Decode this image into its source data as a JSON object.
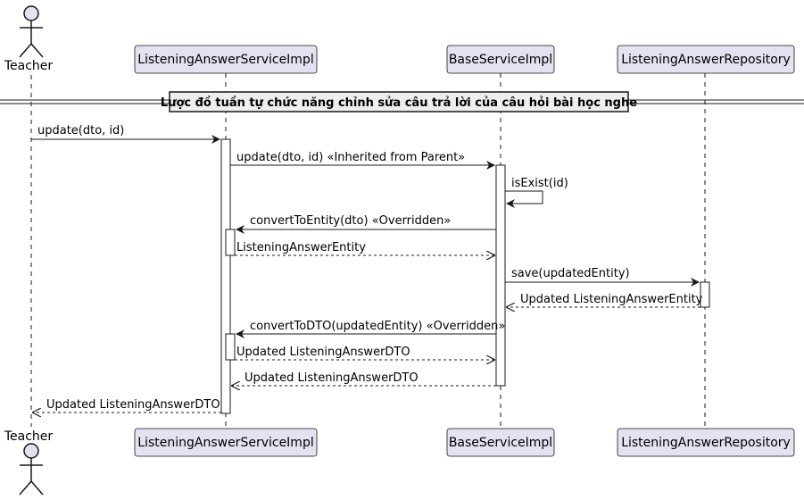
{
  "diagram": {
    "actor": {
      "top_label": "Teacher",
      "bottom_label": "Teacher"
    },
    "participants": {
      "service": "ListeningAnswerServiceImpl",
      "base": "BaseServiceImpl",
      "repo": "ListeningAnswerRepository"
    },
    "divider": "Lược đồ tuần tự chức năng chỉnh sửa câu trả lời của câu hỏi bài học nghe",
    "messages": {
      "m1": "update(dto, id)",
      "m2": "update(dto, id) «Inherited from Parent»",
      "m3": "isExist(id)",
      "m4": "convertToEntity(dto) «Overridden»",
      "m5": "ListeningAnswerEntity",
      "m6": "save(updatedEntity)",
      "m7": "Updated ListeningAnswerEntity",
      "m8": "convertToDTO(updatedEntity) «Overridden»",
      "m9": "Updated ListeningAnswerDTO",
      "m10": "Updated ListeningAnswerDTO",
      "m11": "Updated ListeningAnswerDTO"
    },
    "colors": {
      "participant_fill": "#E2E2F0",
      "participant_border": "#181818",
      "lifeline": "#181818",
      "activation_fill": "#FFFFFF",
      "arrow": "#181818"
    }
  }
}
